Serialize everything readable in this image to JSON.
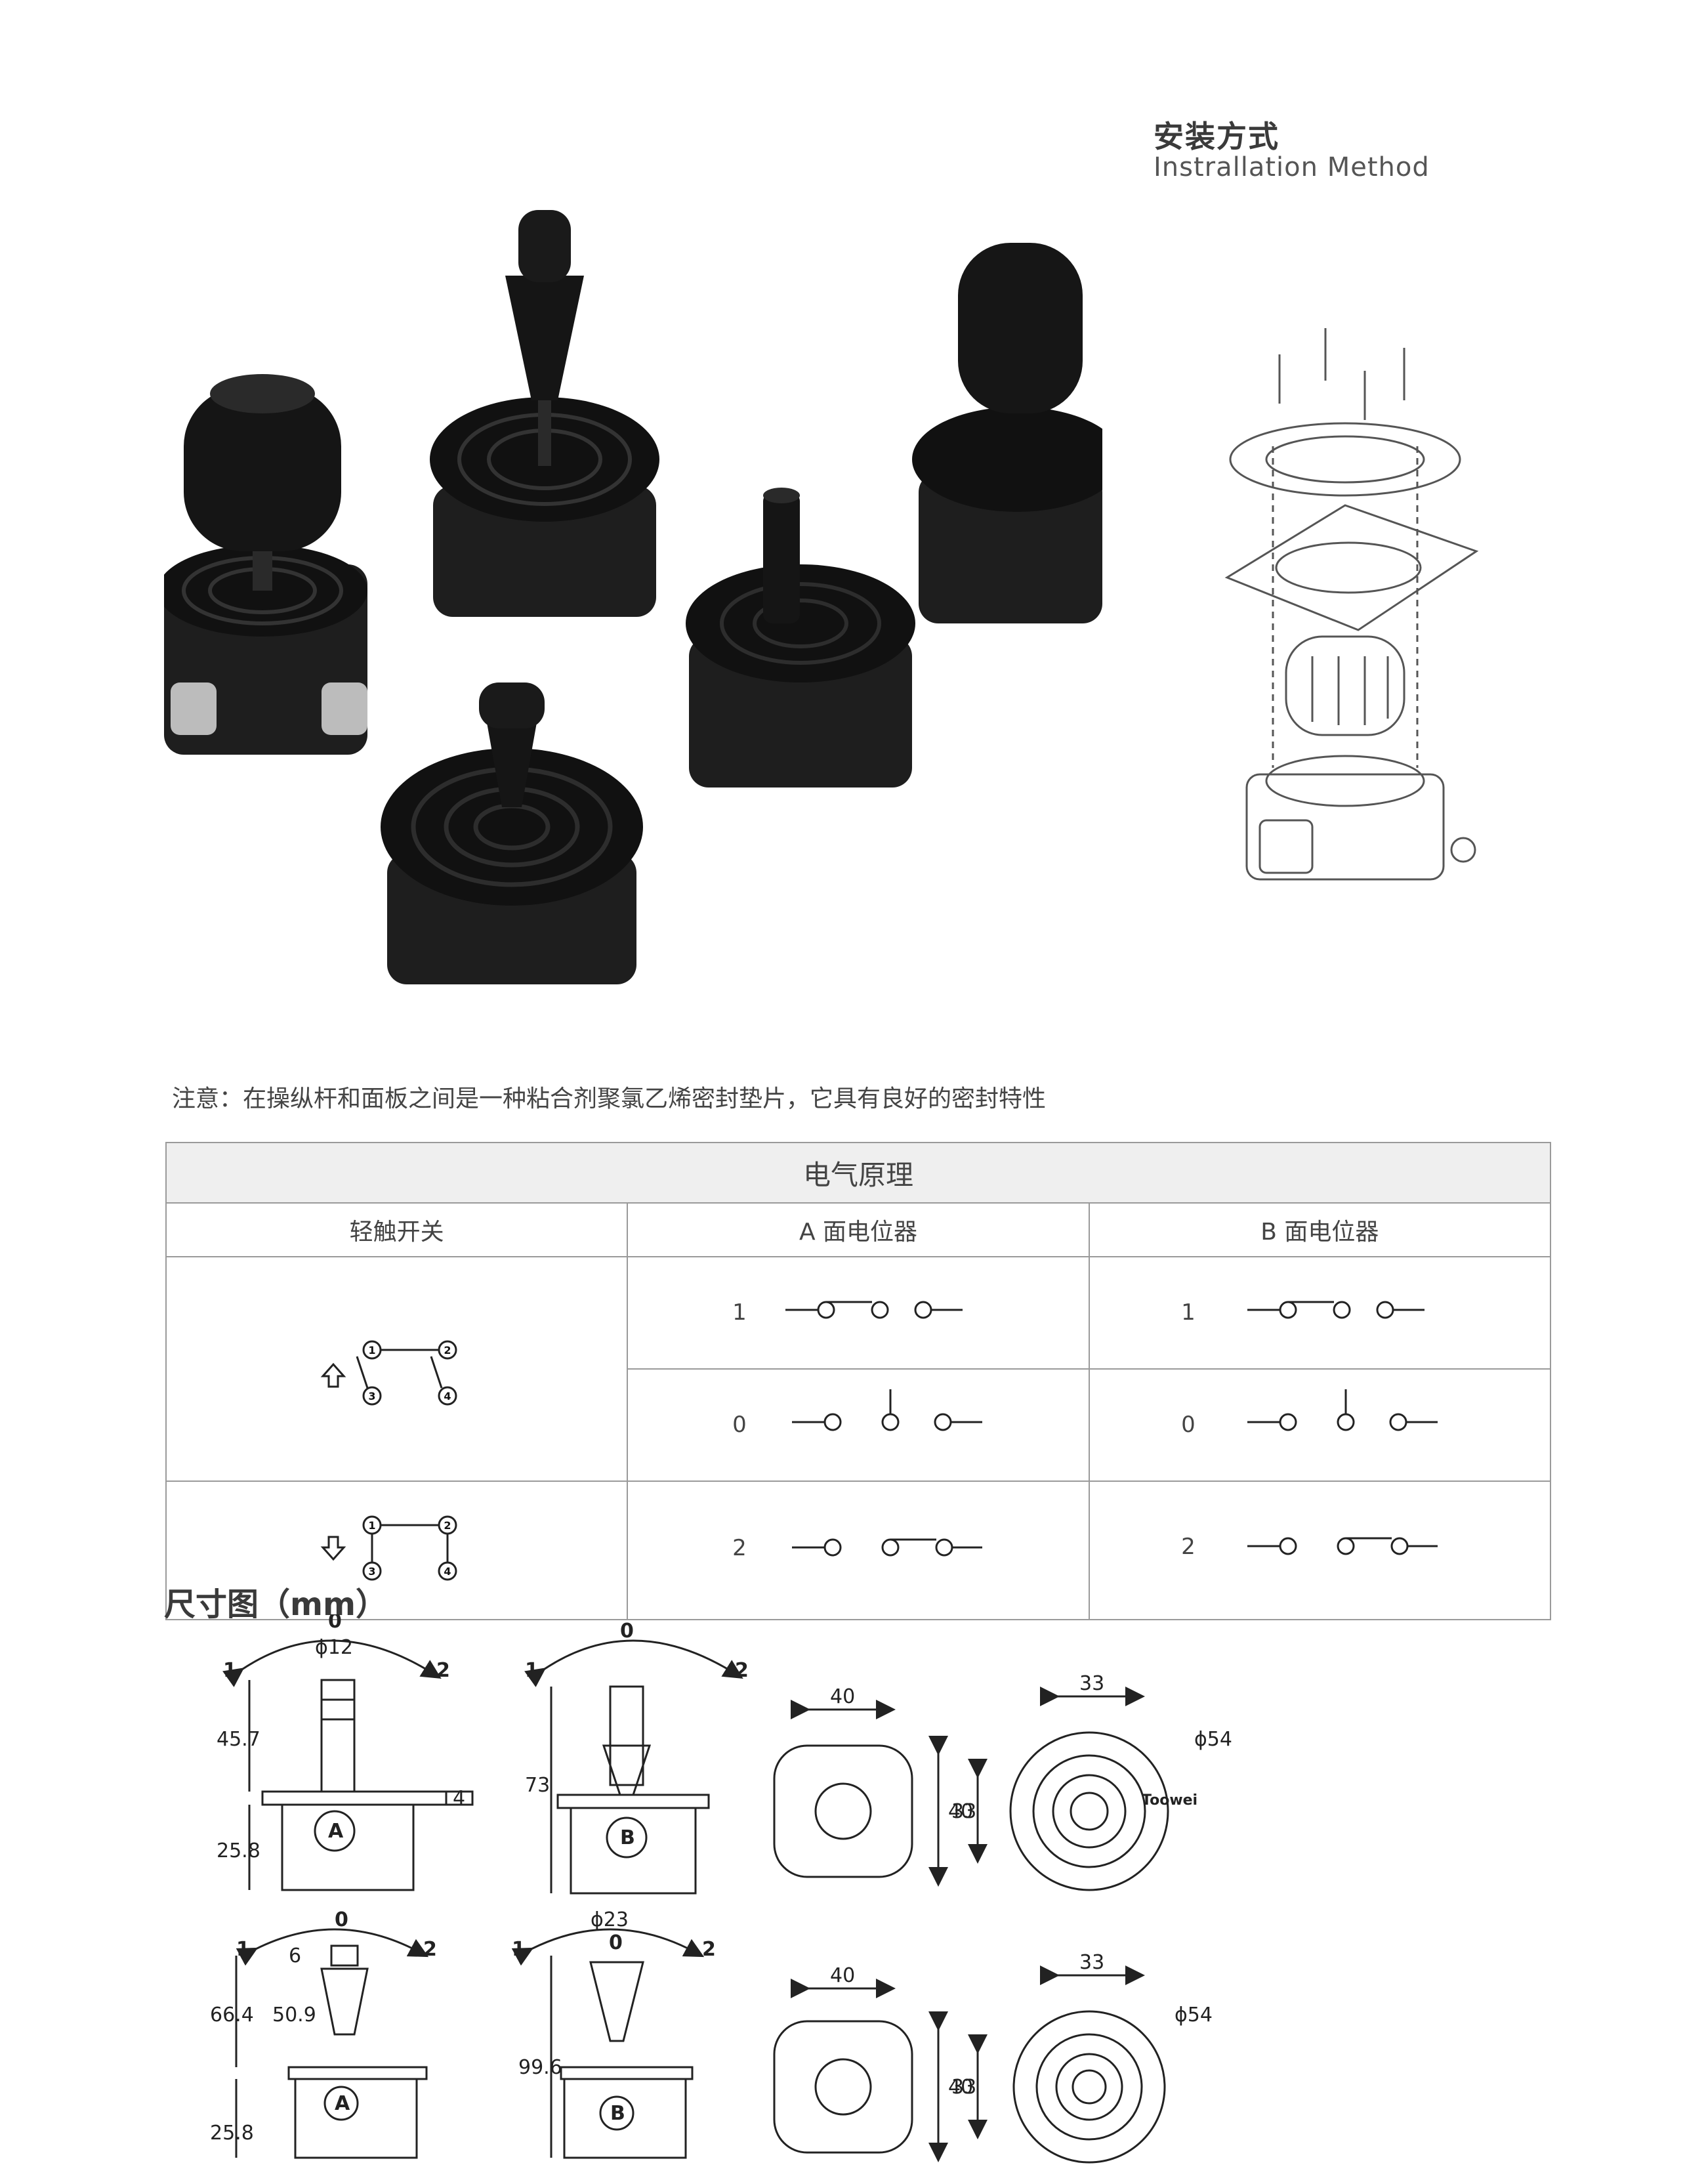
{
  "installation": {
    "title": "安装方式",
    "subtitle": "Instrallation  Method"
  },
  "note": "注意：在操纵杆和面板之间是一种粘合剂聚氯乙烯密封垫片，它具有良好的密封特性",
  "electrical": {
    "title": "电气原理",
    "col_tact": "轻触开关",
    "col_a": "A 面电位器",
    "col_b": "B 面电位器",
    "positions": [
      "1",
      "0",
      "2"
    ],
    "terminals": [
      "1",
      "2",
      "3",
      "4"
    ]
  },
  "dimensions": {
    "title": "尺寸图（mm）",
    "dir_labels": [
      "1",
      "0",
      "2"
    ],
    "phi12": "ϕ12",
    "phi23": "ϕ23",
    "phi54": "ϕ54",
    "d45_7": "45.7",
    "d25_8": "25.8",
    "d4": "4",
    "d73": "73",
    "d40": "40",
    "d33": "33",
    "d6": "6",
    "d50_9": "50.9",
    "d66_4": "66.4",
    "d99_6": "99.6",
    "pot_a": "A",
    "pot_b": "B",
    "brand": "Toowei"
  }
}
